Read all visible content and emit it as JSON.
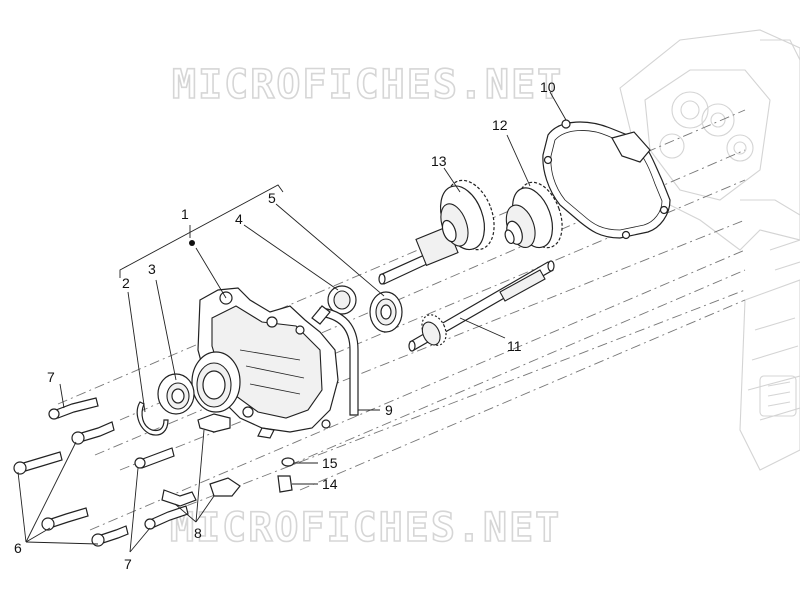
{
  "watermark": {
    "top": "MICROFICHES.NET",
    "bottom": "MICROFICHES.NET"
  },
  "callouts": {
    "c1": "1",
    "c2": "2",
    "c3": "3",
    "c4": "4",
    "c5": "5",
    "c6": "6",
    "c7a": "7",
    "c7b": "7",
    "c8": "8",
    "c9": "9",
    "c10": "10",
    "c11": "11",
    "c12": "12",
    "c13": "13",
    "c14": "14",
    "c15": "15"
  },
  "colors": {
    "line": "#222222",
    "ghost": "#d4d4d4",
    "watermark": "#d6d6d6"
  }
}
